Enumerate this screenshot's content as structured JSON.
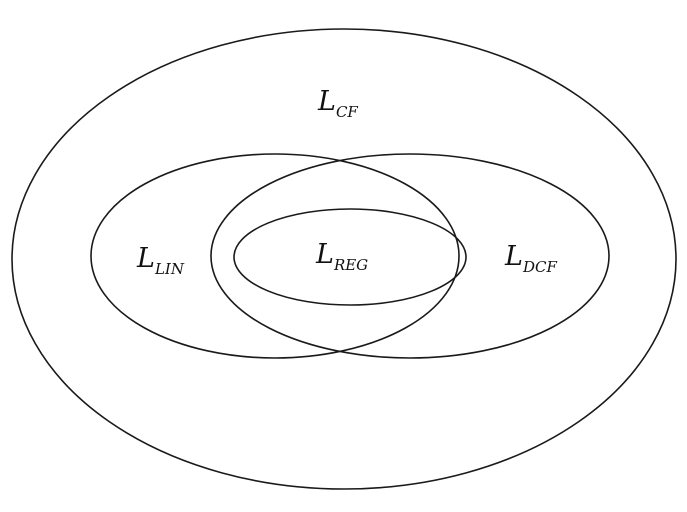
{
  "diagram": {
    "sets": {
      "cf": {
        "letter": "L",
        "subscript": "CF"
      },
      "lin": {
        "letter": "L",
        "subscript": "LIN"
      },
      "dcf": {
        "letter": "L",
        "subscript": "DCF"
      },
      "reg": {
        "letter": "L",
        "subscript": "REG"
      }
    },
    "stroke_color": "#1a1a1a",
    "text_color": "#111111",
    "background": "#ffffff"
  }
}
